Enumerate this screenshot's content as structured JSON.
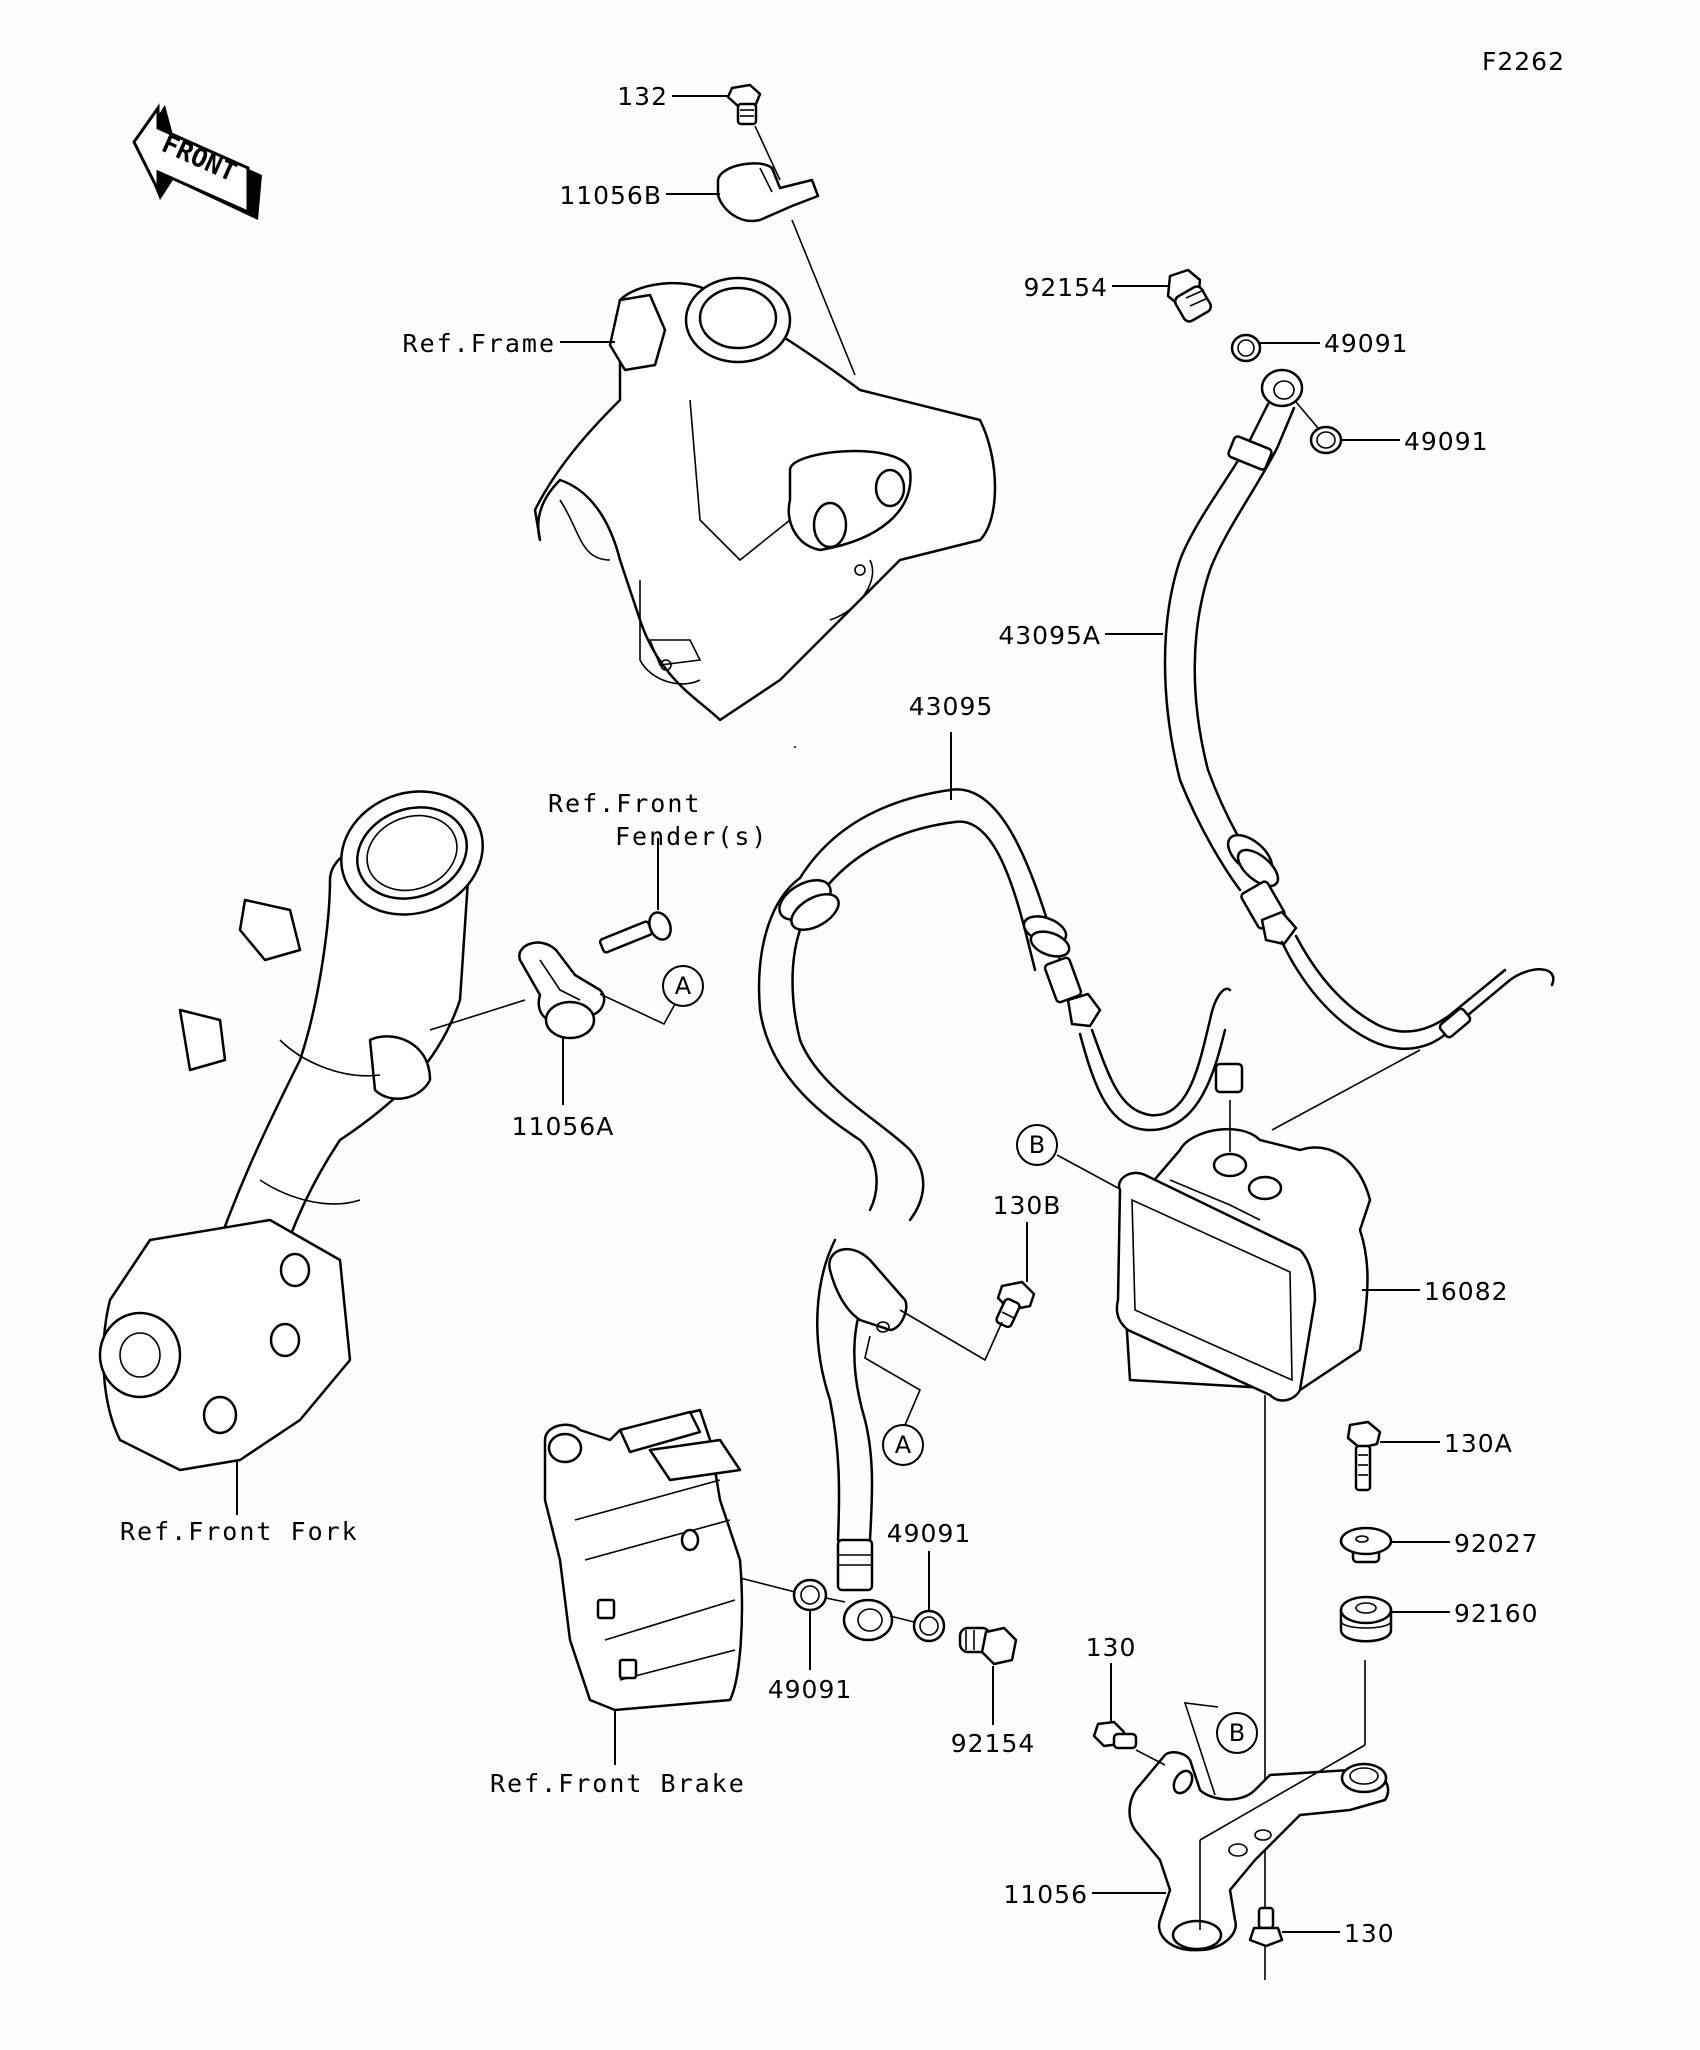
{
  "diagram": {
    "figure_id": "F2262",
    "front_arrow_label": "FRONT",
    "references": {
      "frame": "Ref.Frame",
      "front_fender_line1": "Ref.Front",
      "front_fender_line2": "Fender(s)",
      "front_fork": "Ref.Front Fork",
      "front_brake": "Ref.Front Brake"
    },
    "parts": {
      "p132": "132",
      "p11056B": "11056B",
      "p92154_top": "92154",
      "p49091_top1": "49091",
      "p49091_top2": "49091",
      "p43095A": "43095A",
      "p43095": "43095",
      "p11056A": "11056A",
      "p130B": "130B",
      "p16082": "16082",
      "p130A": "130A",
      "p92027": "92027",
      "p92160": "92160",
      "p49091_bottom_right": "49091",
      "p49091_bottom_left": "49091",
      "p92154_bottom": "92154",
      "p130_left": "130",
      "p11056": "11056",
      "p130_right": "130"
    },
    "callouts": {
      "a_fender": "A",
      "a_hose": "A",
      "b_abs": "B",
      "b_bracket": "B"
    }
  }
}
